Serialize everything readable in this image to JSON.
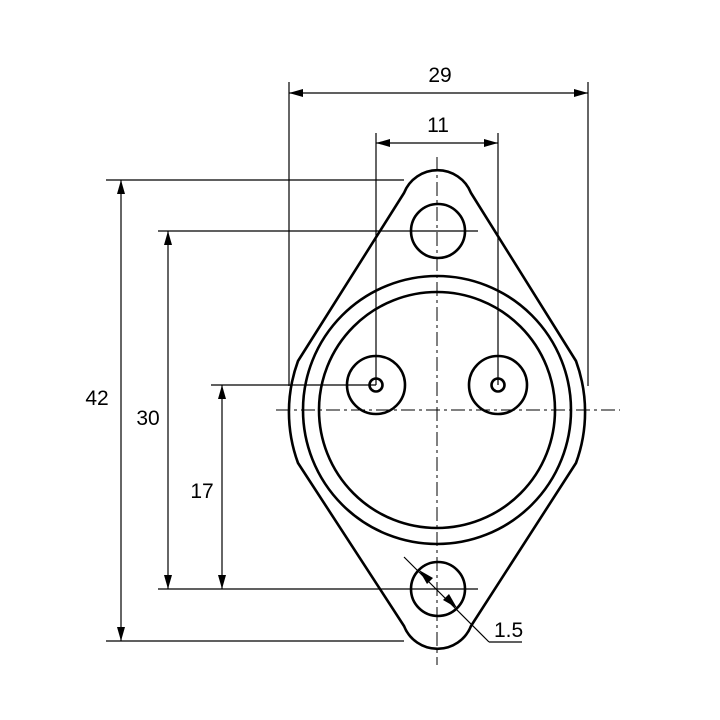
{
  "drawing": {
    "dimensions": {
      "overall_width": "29",
      "pin_spacing": "11",
      "overall_height": "42",
      "mounting_hole_spacing": "30",
      "pin_offset": "17",
      "mounting_hole_diameter": "1.5"
    }
  }
}
